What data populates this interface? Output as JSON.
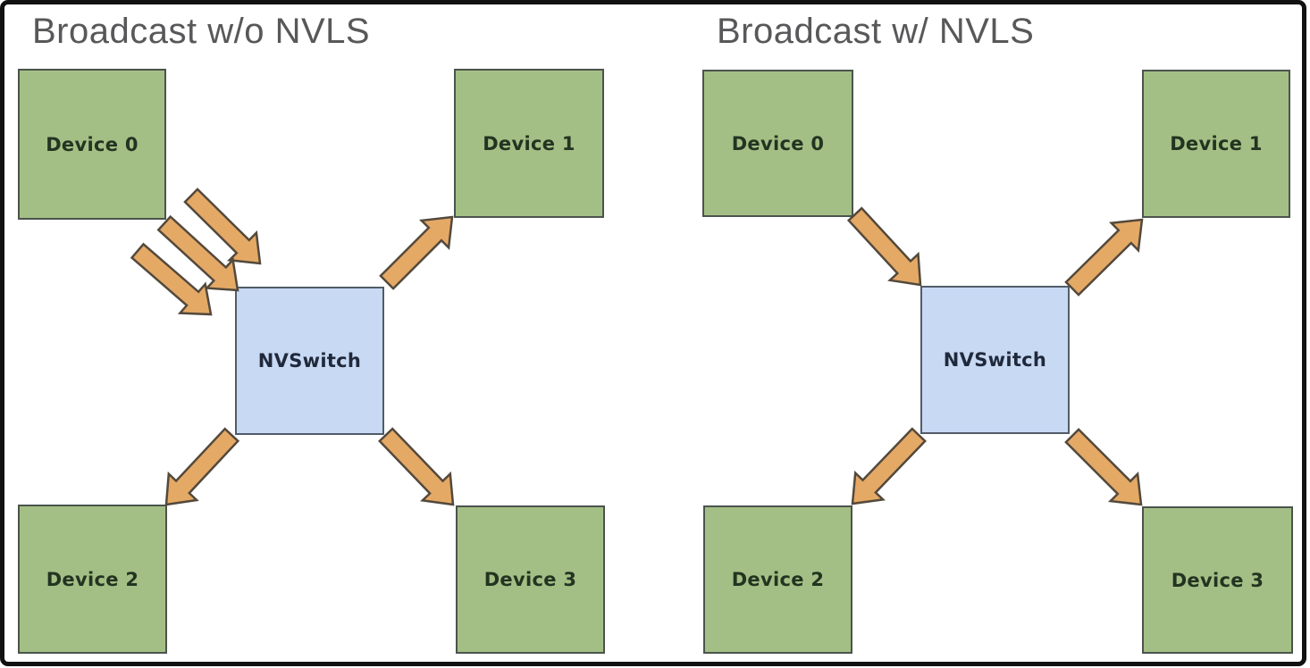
{
  "colors": {
    "background": "#ffffff",
    "frame_border": "#111111",
    "title_color": "#58585a",
    "device_fill": "#a4bf85",
    "device_border": "#4b534d",
    "device_text": "#233421",
    "switch_fill": "#c8d9f4",
    "switch_border": "#515c68",
    "switch_text": "#20293a",
    "arrow_fill": "#e5a966",
    "arrow_border": "#53493c"
  },
  "panels": [
    {
      "id": "without-nvls",
      "title": "Broadcast w/o NVLS",
      "incoming_arrows_from_device0": 3,
      "nodes": {
        "device0": "Device 0",
        "device1": "Device 1",
        "device2": "Device 2",
        "device3": "Device 3",
        "switch": "NVSwitch"
      }
    },
    {
      "id": "with-nvls",
      "title": "Broadcast w/ NVLS",
      "incoming_arrows_from_device0": 1,
      "nodes": {
        "device0": "Device 0",
        "device1": "Device 1",
        "device2": "Device 2",
        "device3": "Device 3",
        "switch": "NVSwitch"
      }
    }
  ]
}
